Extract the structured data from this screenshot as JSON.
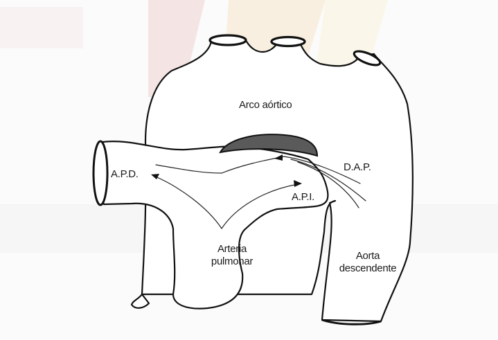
{
  "labels": {
    "arco_aortico": "Arco aórtico",
    "apd": "A.P.D.",
    "dap": "D.A.P.",
    "api": "A.P.I.",
    "arteria_line1": "Arteria",
    "arteria_line2": "pulmonar",
    "aorta_line1": "Aorta",
    "aorta_line2": "descendente"
  },
  "watermark_colors": {
    "red": "#e6b3b3",
    "orange": "#f3d6a8",
    "yellow": "#f7eec4",
    "grey": "#eeeeee"
  }
}
